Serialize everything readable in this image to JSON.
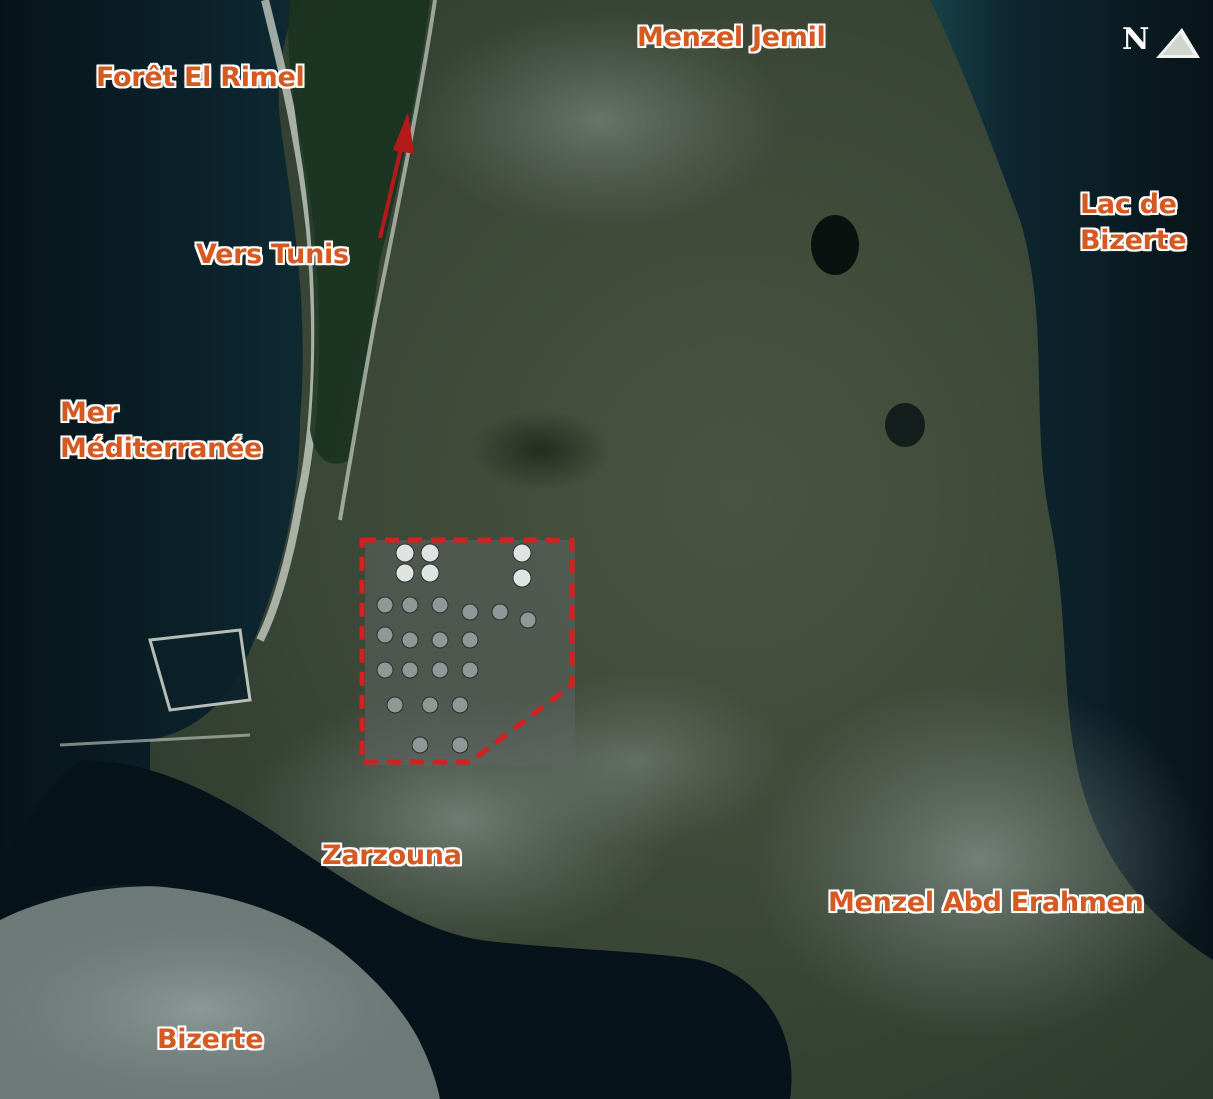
{
  "map": {
    "labels": {
      "foret_el_rimel": "Forêt El Rimel",
      "menzel_jemil": "Menzel Jemil",
      "lac_de_bizerte_line1": "Lac de",
      "lac_de_bizerte_line2": "Bizerte",
      "vers_tunis": "Vers Tunis",
      "mer_mediterranee_line1": "Mer",
      "mer_mediterranee_line2": "Méditerranée",
      "zarzouna": "Zarzouna",
      "menzel_abd_erahmen": "Menzel Abd Erahmen",
      "bizerte": "Bizerte"
    },
    "north_arrow_letter": "N",
    "colors": {
      "label_text": "#d45a22",
      "label_outline": "#ffffff",
      "highlight_boundary": "#d42020",
      "direction_arrow": "#b51a1a",
      "sea": "#0c1a22",
      "land": "#3c4a38"
    },
    "icons": {
      "north": "north-arrow-icon",
      "direction": "direction-arrow-icon"
    }
  }
}
